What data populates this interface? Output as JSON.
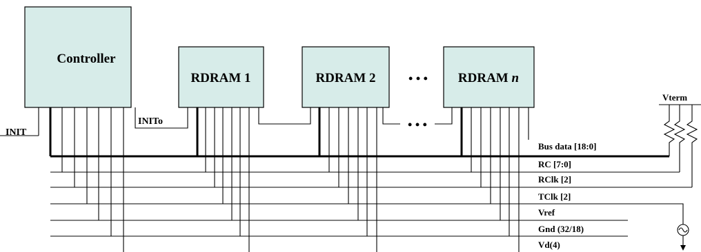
{
  "controller": {
    "label": "Controller"
  },
  "devices": [
    {
      "label": "RDRAM 1"
    },
    {
      "label": "RDRAM 2"
    },
    {
      "prefix": "RDRAM ",
      "suffix": "n"
    }
  ],
  "ellipsis": "• • •",
  "signals": {
    "init": "INIT",
    "inito": "INITo",
    "vterm": "Vterm"
  },
  "buses": [
    {
      "label": "Bus data [18:0]"
    },
    {
      "label": "RC [7:0]"
    },
    {
      "label": "RClk [2]"
    },
    {
      "label": "TClk [2]"
    },
    {
      "label": "Vref"
    },
    {
      "label": "Gnd (32/18)"
    },
    {
      "label": "Vd(4)"
    }
  ]
}
